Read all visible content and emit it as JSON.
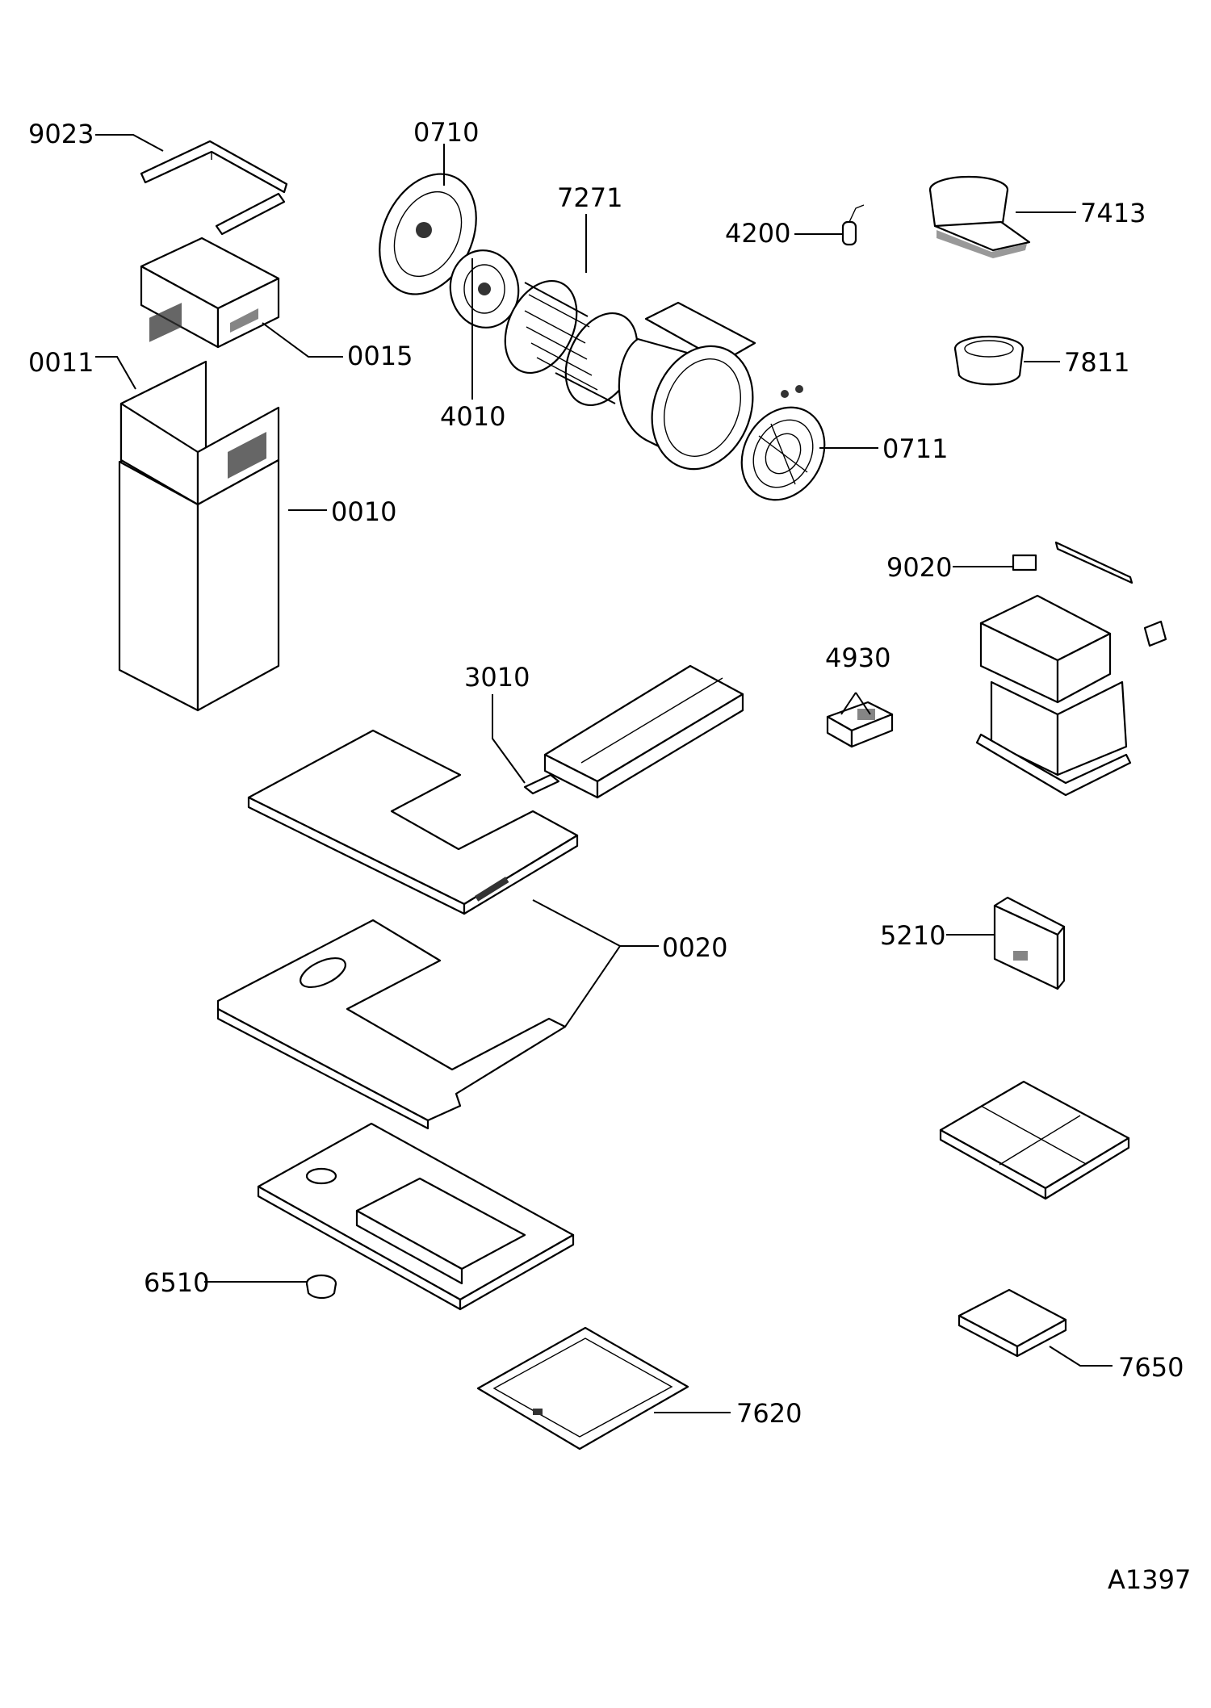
{
  "diagram": {
    "ref": "A1397",
    "labels": {
      "p9023": "9023",
      "p0710": "0710",
      "p7271": "7271",
      "p4200": "4200",
      "p7413": "7413",
      "p0015": "0015",
      "p0011": "0011",
      "p4010": "4010",
      "p7811": "7811",
      "p0711": "0711",
      "p0010": "0010",
      "p9020": "9020",
      "p4930": "4930",
      "p3010": "3010",
      "p0020": "0020",
      "p5210": "5210",
      "p6510": "6510",
      "p7650": "7650",
      "p7620": "7620"
    }
  }
}
